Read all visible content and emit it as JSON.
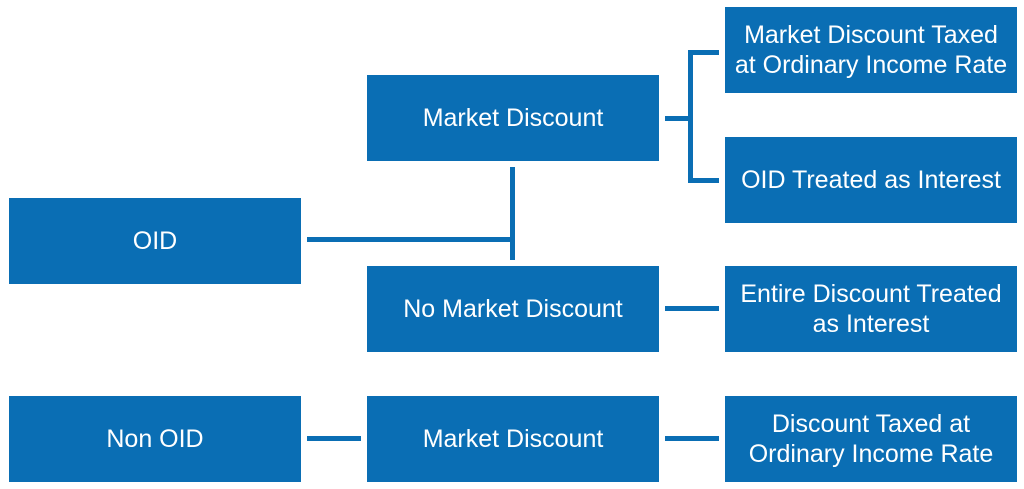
{
  "colors": {
    "box_fill": "#0a6eb4",
    "box_text": "#ffffff",
    "connector": "#0a6eb4",
    "background": "#ffffff"
  },
  "nodes": {
    "oid": "OID",
    "market_discount_1": "Market Discount",
    "no_market_discount": "No Market Discount",
    "result_market_discount_taxed": "Market Discount Taxed at Ordinary Income Rate",
    "result_oid_interest": "OID Treated as Interest",
    "result_entire_discount": "Entire Discount Treated as Interest",
    "non_oid": "Non OID",
    "market_discount_2": "Market Discount",
    "result_discount_taxed": "Discount Taxed at Ordinary Income Rate"
  }
}
